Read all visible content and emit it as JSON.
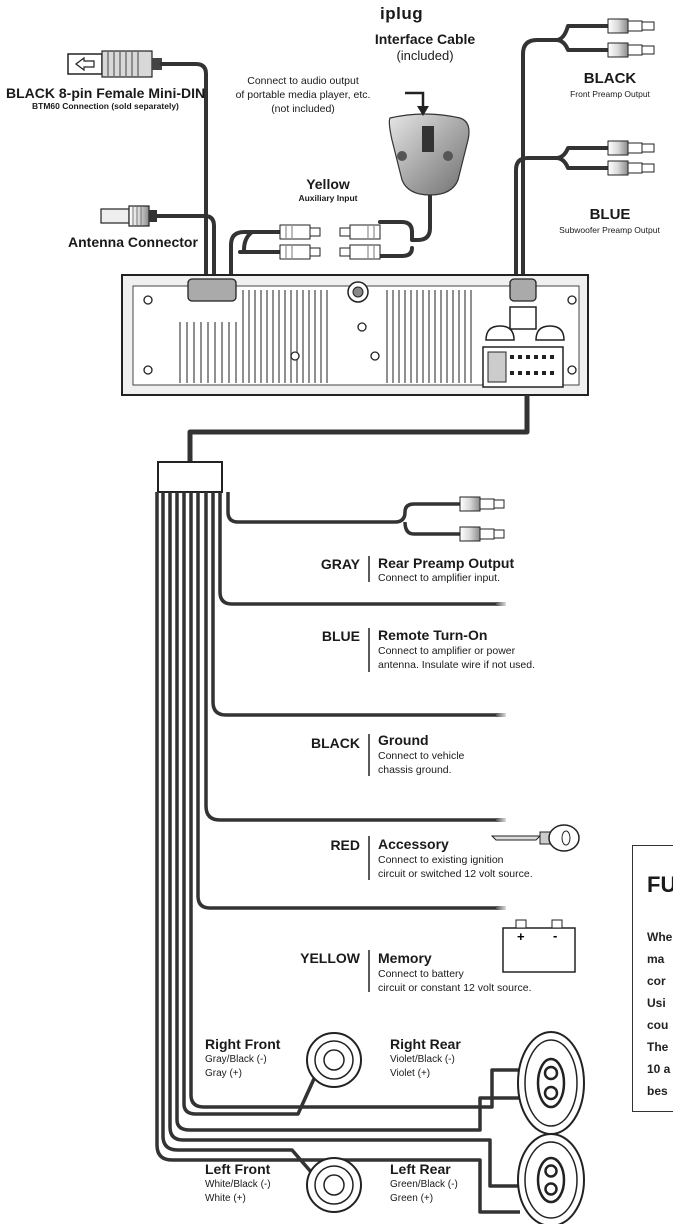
{
  "brand": {
    "logo": "iplug",
    "title": "Interface Cable",
    "subtitle": "(included)"
  },
  "connectors": {
    "mini_din": {
      "title": "BLACK 8-pin Female Mini-DIN",
      "subtitle": "BTM60 Connection (sold separately)"
    },
    "audio_note": {
      "line1": "Connect to audio output",
      "line2": "of portable media player, etc.",
      "line3": "(not included)"
    },
    "aux": {
      "title": "Yellow",
      "subtitle": "Auxiliary Input"
    },
    "antenna": {
      "title": "Antenna Connector"
    },
    "front_preamp": {
      "title": "BLACK",
      "subtitle": "Front Preamp Output"
    },
    "sub_preamp": {
      "title": "BLUE",
      "subtitle": "Subwoofer Preamp Output"
    }
  },
  "wires": [
    {
      "color": "GRAY",
      "name": "Rear Preamp Output",
      "desc1": "Connect to amplifier input.",
      "desc2": ""
    },
    {
      "color": "BLUE",
      "name": "Remote Turn-On",
      "desc1": "Connect to amplifier or power",
      "desc2": "antenna. Insulate wire if not used."
    },
    {
      "color": "BLACK",
      "name": "Ground",
      "desc1": "Connect to vehicle",
      "desc2": "chassis ground."
    },
    {
      "color": "RED",
      "name": "Accessory",
      "desc1": "Connect to existing ignition",
      "desc2": "circuit or switched 12 volt source."
    },
    {
      "color": "YELLOW",
      "name": "Memory",
      "desc1": "Connect to battery",
      "desc2": "circuit or constant 12 volt source."
    }
  ],
  "battery": {
    "plus": "+",
    "minus": "-"
  },
  "speakers": {
    "right_front": {
      "name": "Right Front",
      "neg": "Gray/Black (-)",
      "pos": "Gray (+)"
    },
    "right_rear": {
      "name": "Right Rear",
      "neg": "Violet/Black (-)",
      "pos": "Violet (+)"
    },
    "left_front": {
      "name": "Left Front",
      "neg": "White/Black (-)",
      "pos": "White (+)"
    },
    "left_rear": {
      "name": "Left Rear",
      "neg": "Green/Black (-)",
      "pos": "Green (+)"
    }
  },
  "fuse_panel": {
    "title": "FU",
    "lines": [
      "Whe",
      "ma",
      "cor",
      "Usi",
      "cou",
      "The",
      "10 a",
      "bes"
    ]
  }
}
